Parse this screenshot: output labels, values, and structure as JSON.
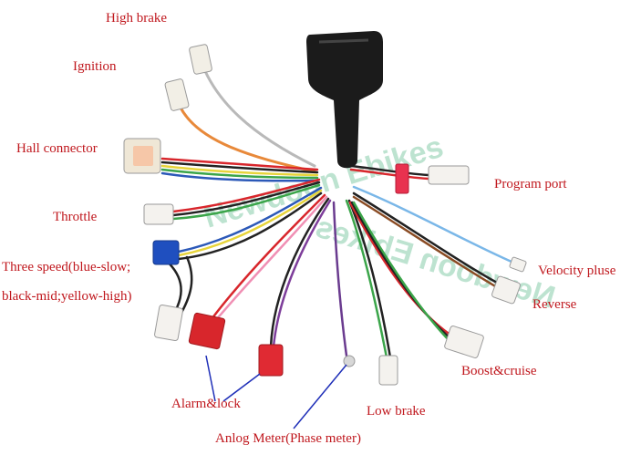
{
  "watermark": "Newdoon Ebikes",
  "colors": {
    "label": "#c0181e",
    "watermark": "#46b07c",
    "controller": "#1b1b1b"
  },
  "labels": {
    "high_brake": "High brake",
    "ignition": "Ignition",
    "hall_connector": "Hall connector",
    "throttle": "Throttle",
    "three_speed_line1": "Three speed(blue-slow;",
    "three_speed_line2": "black-mid;yellow-high)",
    "alarm_lock": "Alarm&lock",
    "analog_meter": "Anlog Meter(Phase meter)",
    "low_brake": "Low brake",
    "program_port": "Program port",
    "velocity_pulse": "Velocity pluse",
    "reverse": "Reverse",
    "boost_cruise": "Boost&cruise"
  }
}
